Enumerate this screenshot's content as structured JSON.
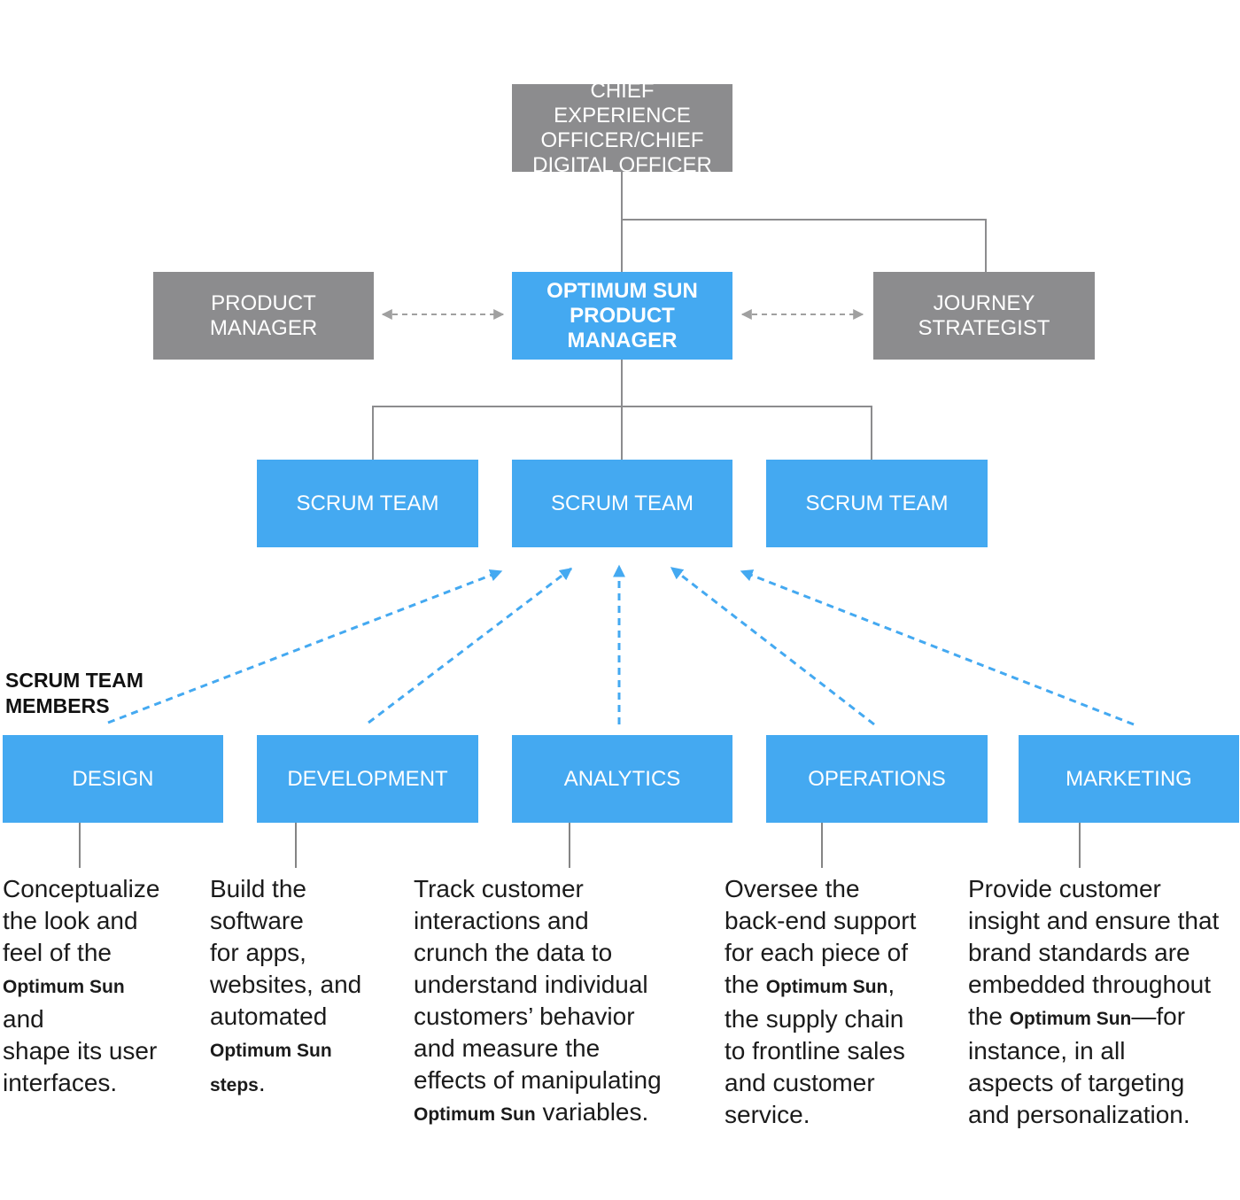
{
  "colors": {
    "gray_box": "#8c8c8e",
    "blue_box": "#44a9f1",
    "connector_line": "#8c8c8e",
    "dashed_gray_arrow": "#a0a0a0",
    "dashed_blue_arrow": "#44a9f1"
  },
  "top": {
    "cxo": "CHIEF EXPERIENCE\nOFFICER/CHIEF\nDIGITAL OFFICER"
  },
  "middle": {
    "product_manager": "PRODUCT\nMANAGER",
    "optimum_pm": "OPTIMUM SUN\nPRODUCT\nMANAGER",
    "journey_strategist": "JOURNEY\nSTRATEGIST"
  },
  "scrum": {
    "left": "SCRUM TEAM",
    "center": "SCRUM TEAM",
    "right": "SCRUM TEAM"
  },
  "members_label": "SCRUM TEAM\nMEMBERS",
  "members": {
    "design": "DESIGN",
    "development": "DEVELOPMENT",
    "analytics": "ANALYTICS",
    "operations": "OPERATIONS",
    "marketing": "MARKETING"
  },
  "descriptions": {
    "design": {
      "p1": "Conceptualize\nthe look and\nfeel of the\n",
      "kw": "Optimum Sun",
      "p2": "\nand\nshape its user\ninterfaces."
    },
    "development": {
      "p1": "Build the\nsoftware\nfor apps,\nwebsites, and\nautomated\n",
      "kw": "Optimum Sun",
      "p2": "\n",
      "kw2": "steps",
      "p3": "."
    },
    "analytics": {
      "p1": "Track customer\ninteractions and\ncrunch the data to\nunderstand individual\ncustomers’ behavior\nand measure the\neffects of manipulating\n",
      "kw": "Optimum Sun",
      "p2": " variables."
    },
    "operations": {
      "p1": "Oversee the\nback-end support\nfor each piece of\nthe ",
      "kw": "Optimum Sun",
      "p2": ",\nthe supply chain\nto frontline sales\nand customer\nservice."
    },
    "marketing": {
      "p1": "Provide customer\ninsight and ensure that\nbrand standards are\nembedded throughout\nthe ",
      "kw": "Optimum Sun",
      "p2": "—for\ninstance, in all\naspects of targeting\nand personalization."
    }
  }
}
